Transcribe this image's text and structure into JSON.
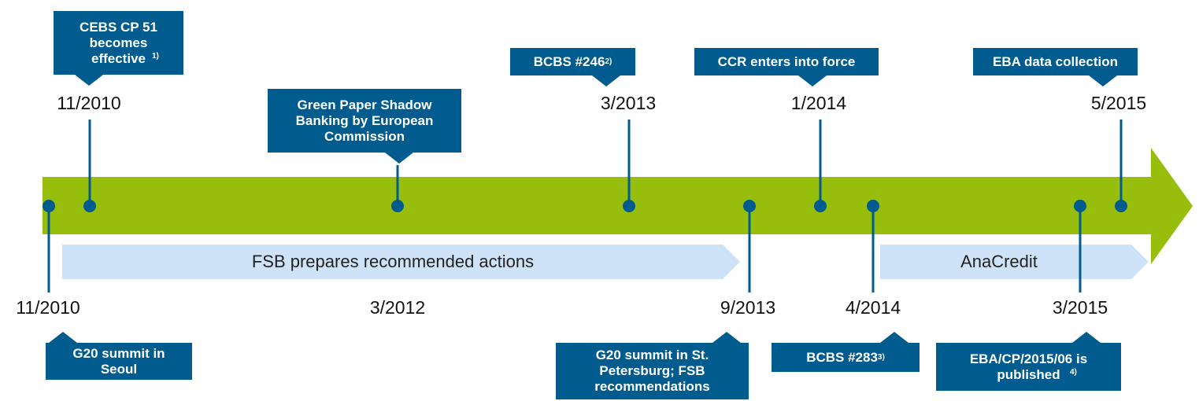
{
  "colors": {
    "arrow": "#97bd0d",
    "callout": "#005b8e",
    "phase": "#cfe3f8",
    "marker": "#005b8e"
  },
  "phases": [
    {
      "label": "FSB prepares recommended actions"
    },
    {
      "label": "AnaCredit"
    }
  ],
  "events_above": [
    {
      "date": "11/2010",
      "title": "CEBS CP 51 becomes effective",
      "note": "1)"
    },
    {
      "date": "3/2012",
      "title": "Green Paper Shadow Banking by European Commission",
      "note": ""
    },
    {
      "date": "3/2013",
      "title": "BCBS #246",
      "note": "2)"
    },
    {
      "date": "1/2014",
      "title": "CCR enters into force",
      "note": ""
    },
    {
      "date": "5/2015",
      "title": "EBA data collection",
      "note": ""
    }
  ],
  "events_below": [
    {
      "date": "11/2010",
      "title": "G20 summit in Seoul",
      "note": ""
    },
    {
      "date": "9/2013",
      "title": "G20 summit in St. Petersburg; FSB recommendations",
      "note": ""
    },
    {
      "date": "4/2014",
      "title": "BCBS #283",
      "note": "3)"
    },
    {
      "date": "3/2015",
      "title": "EBA/CP/2015/06 is published",
      "note": "4)"
    }
  ]
}
